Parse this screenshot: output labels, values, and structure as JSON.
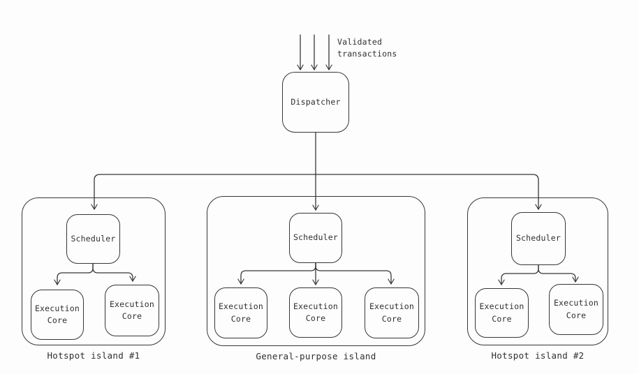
{
  "colors": {
    "background": "#fdfdfd",
    "stroke": "#363636",
    "text": "#2f2f2f"
  },
  "top": {
    "input_label": "Validated transactions",
    "dispatcher_label": "Dispatcher"
  },
  "islands": [
    {
      "label": "Hotspot island #1",
      "scheduler_label": "Scheduler",
      "core_labels": [
        "Execution Core",
        "Execution Core"
      ]
    },
    {
      "label": "General-purpose island",
      "scheduler_label": "Scheduler",
      "core_labels": [
        "Execution Core",
        "Execution Core",
        "Execution Core"
      ]
    },
    {
      "label": "Hotspot island #2",
      "scheduler_label": "Scheduler",
      "core_labels": [
        "Execution Core",
        "Execution Core"
      ]
    }
  ]
}
